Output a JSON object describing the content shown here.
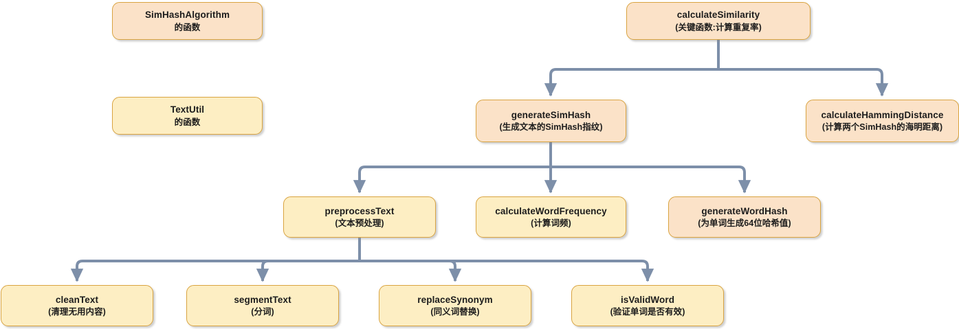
{
  "diagram": {
    "type": "flowchart",
    "orientation": "top-down",
    "background_color": "#ffffff",
    "edge_color": "#7d8fa9",
    "node_border_color": "#d9a441",
    "fill_peach": "#fbe2c8",
    "fill_yellow": "#fdeec3"
  },
  "legend": {
    "simhash": {
      "title": "SimHashAlgorithm",
      "subtitle": "的函数"
    },
    "textutil": {
      "title": "TextUtil",
      "subtitle": "的函数"
    }
  },
  "nodes": {
    "calculateSimilarity": {
      "title": "calculateSimilarity",
      "subtitle": "(关键函数:计算重复率)"
    },
    "generateSimHash": {
      "title": "generateSimHash",
      "subtitle": "(生成文本的SimHash指纹)"
    },
    "calculateHammingDistance": {
      "title": "calculateHammingDistance",
      "subtitle": "(计算两个SimHash的海明距离)"
    },
    "preprocessText": {
      "title": "preprocessText",
      "subtitle": "(文本预处理)"
    },
    "calculateWordFrequency": {
      "title": "calculateWordFrequency",
      "subtitle": "(计算词频)"
    },
    "generateWordHash": {
      "title": "generateWordHash",
      "subtitle": "(为单词生成64位哈希值)"
    },
    "cleanText": {
      "title": "cleanText",
      "subtitle": "(清理无用内容)"
    },
    "segmentText": {
      "title": "segmentText",
      "subtitle": "(分词)"
    },
    "replaceSynonym": {
      "title": "replaceSynonym",
      "subtitle": "(同义词替换)"
    },
    "isValidWord": {
      "title": "isValidWord",
      "subtitle": "(验证单词是否有效)"
    }
  },
  "edges": [
    {
      "from": "calculateSimilarity",
      "to": "generateSimHash"
    },
    {
      "from": "calculateSimilarity",
      "to": "calculateHammingDistance"
    },
    {
      "from": "generateSimHash",
      "to": "preprocessText"
    },
    {
      "from": "generateSimHash",
      "to": "calculateWordFrequency"
    },
    {
      "from": "generateSimHash",
      "to": "generateWordHash"
    },
    {
      "from": "preprocessText",
      "to": "cleanText"
    },
    {
      "from": "preprocessText",
      "to": "segmentText"
    },
    {
      "from": "preprocessText",
      "to": "replaceSynonym"
    },
    {
      "from": "preprocessText",
      "to": "isValidWord"
    }
  ]
}
